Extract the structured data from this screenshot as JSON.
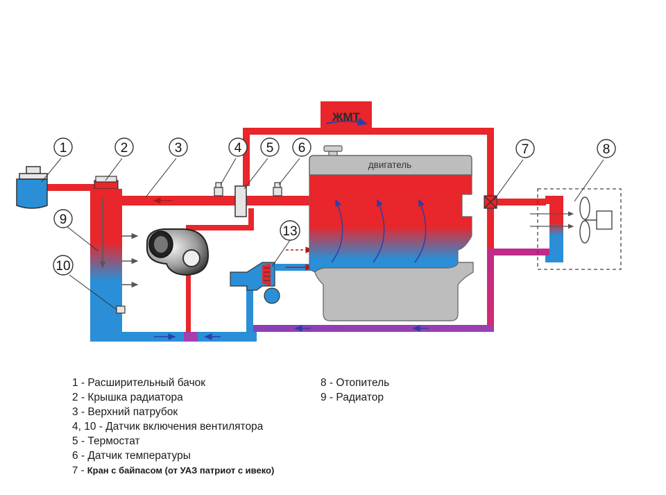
{
  "labels": {
    "zhmt": "ЖМТ",
    "engine": "двигатель"
  },
  "callouts": [
    "1",
    "2",
    "3",
    "4",
    "5",
    "6",
    "7",
    "8",
    "9",
    "10",
    "13"
  ],
  "legend_left": [
    {
      "num": "1 -",
      "text": "Расширительный бачок"
    },
    {
      "num": "2 -",
      "text": "Крышка радиатора"
    },
    {
      "num": "3 -",
      "text": "Верхний патрубок"
    },
    {
      "num": "4, 10 -",
      "text": "Датчик включения вентилятора"
    },
    {
      "num": "5 -",
      "text": "Термостат"
    },
    {
      "num": "6 -",
      "text": "Датчик температуры"
    },
    {
      "num": "7 -",
      "text": "Кран с байпасом (от УАЗ патриот с ивеко)"
    }
  ],
  "legend_right": [
    {
      "num": "8 -",
      "text": "Отопитель"
    },
    {
      "num": "9 -",
      "text": "Радиатор"
    }
  ],
  "colors": {
    "hot": "#e8262b",
    "cold": "#2a8fd6",
    "engine_gray": "#bdbdbd",
    "outline": "#333333"
  }
}
